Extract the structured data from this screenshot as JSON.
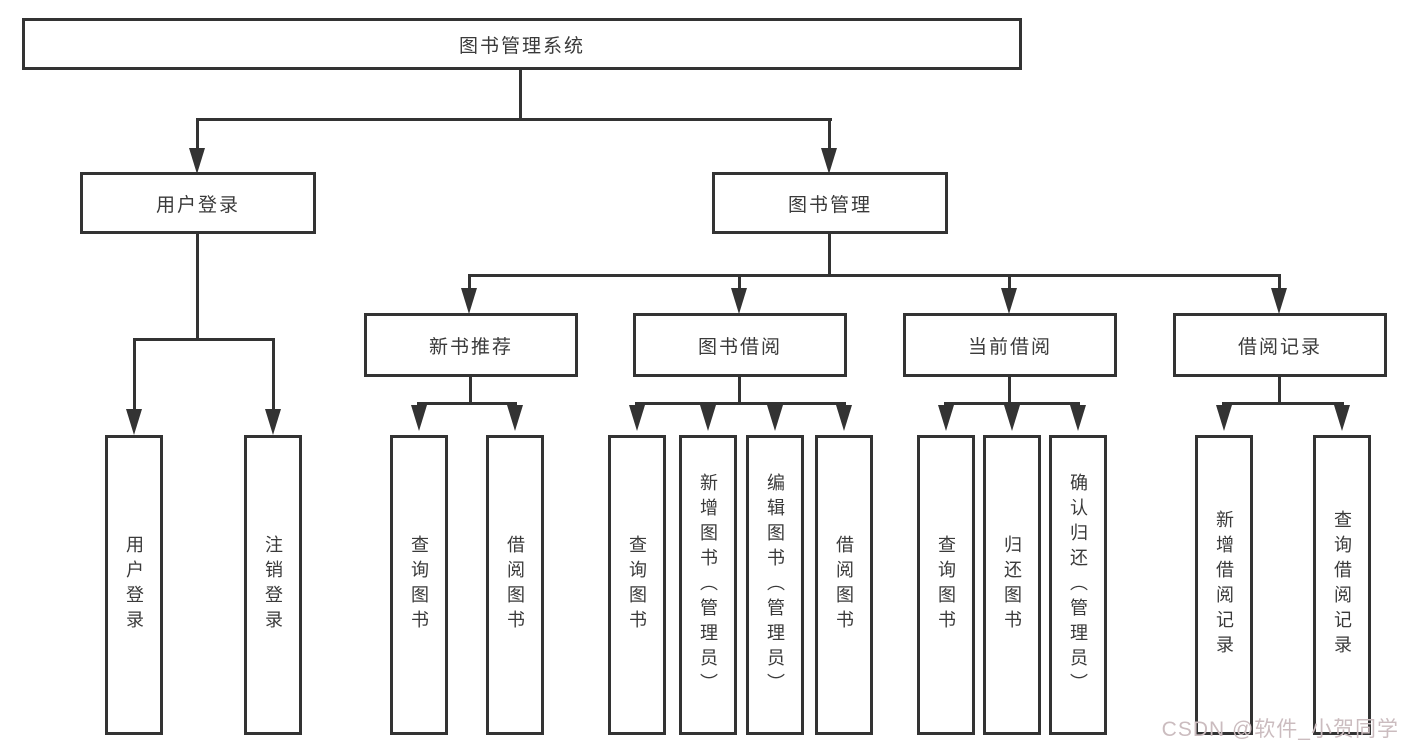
{
  "diagram": {
    "root_label": "图书管理系统",
    "level2": {
      "user_login": "用户登录",
      "book_management": "图书管理"
    },
    "level3": {
      "new_book": "新书推荐",
      "borrow": "图书借阅",
      "current": "当前借阅",
      "records": "借阅记录"
    },
    "leaves": {
      "user_login": [
        "用户登录",
        "注销登录"
      ],
      "new_book": [
        "查询图书",
        "借阅图书"
      ],
      "borrow": [
        "查询图书",
        "新增图书（管理员）",
        "编辑图书（管理员）",
        "借阅图书"
      ],
      "current": [
        "查询图书",
        "归还图书",
        "确认归还（管理员）"
      ],
      "records": [
        "新增借阅记录",
        "查询借阅记录"
      ]
    }
  },
  "watermark": "CSDN @软件_小贺同学",
  "colors": {
    "line": "#333333",
    "box_border": "#333333",
    "box_fill": "#ffffff",
    "background": "#ffffff",
    "watermark": "#cbbcbf"
  }
}
